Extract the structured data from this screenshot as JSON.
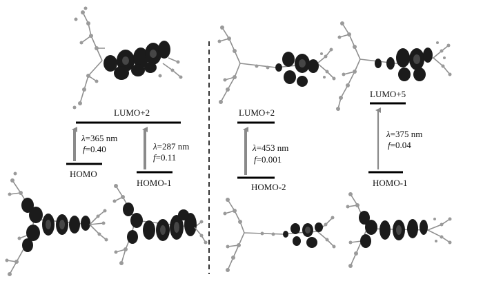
{
  "left_panel": {
    "lumo_label": "LUMO+2",
    "homo_label": "HOMO",
    "homo1_label": "HOMO-1",
    "t1": {
      "lambda_sym": "λ",
      "lambda": "=365 nm",
      "f_sym": "f",
      "f": "=0.40"
    },
    "t2": {
      "lambda_sym": "λ",
      "lambda": "=287 nm",
      "f_sym": "f",
      "f": "=0.11"
    }
  },
  "right_panel_a": {
    "lumo_label": "LUMO+2",
    "homo_label": "HOMO-2",
    "t1": {
      "lambda_sym": "λ",
      "lambda": "=453 nm",
      "f_sym": "f",
      "f": "=0.001"
    }
  },
  "right_panel_b": {
    "lumo_label": "LUMO+5",
    "homo_label": "HOMO-1",
    "t1": {
      "lambda_sym": "λ",
      "lambda": "=375 nm",
      "f_sym": "f",
      "f": "=0.04"
    }
  },
  "colors": {
    "arrow": "#8a8a8a",
    "level": "#000000",
    "lobe": "#1b1b1b",
    "atom": "#9a9a9a"
  }
}
